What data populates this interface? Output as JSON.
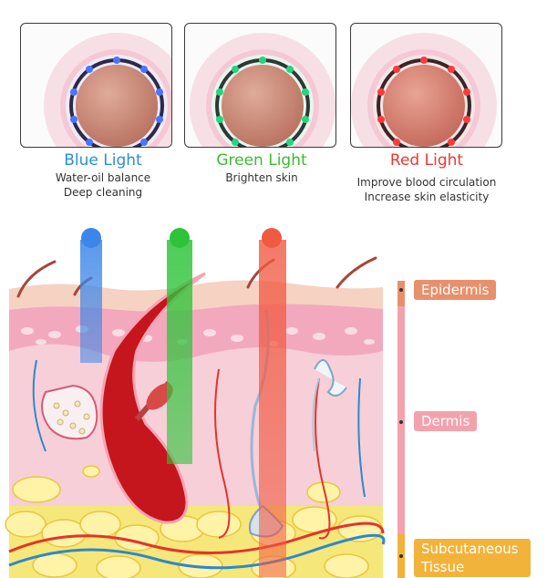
{
  "modes": [
    {
      "title": "Blue Light",
      "lines": [
        "Water-oil balance",
        "Deep cleaning"
      ],
      "color": "#2a8fd6",
      "led": "#3f6bff"
    },
    {
      "title": "Green Light",
      "lines": [
        "Brighten skin"
      ],
      "color": "#3dbb2f",
      "led": "#21d07a"
    },
    {
      "title": "Red Light",
      "lines": [
        "Improve blood circulation",
        "Increase skin elasticity"
      ],
      "color": "#e8392f",
      "led": "#ff3a3a"
    }
  ],
  "layers": [
    {
      "label": "Epidermis",
      "color": "#e8906c"
    },
    {
      "label": "Dermis",
      "color": "#f3a2ad"
    },
    {
      "label": "Subcutaneous Tissue",
      "color": "#f2b33b"
    }
  ],
  "lights": {
    "blue": "#3b86e8",
    "green": "#2ec43a",
    "red": "#f05a42"
  },
  "icons": [
    "device-head-icon",
    "led-ring-icon",
    "hair-follicle-icon",
    "fat-cell-icon",
    "sweat-gland-icon",
    "blood-vessel-icon"
  ]
}
